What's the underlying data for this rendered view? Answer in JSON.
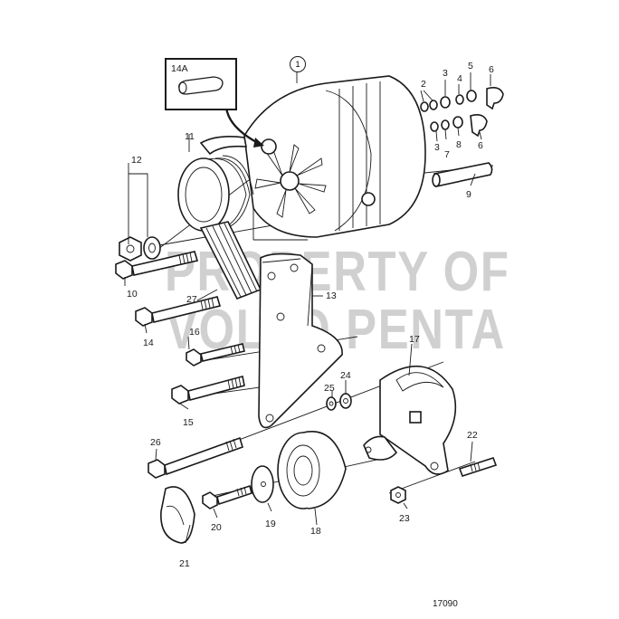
{
  "diagram": {
    "type": "exploded-parts-diagram",
    "subject": "Alternator and belt tensioner assembly",
    "drawing_number": "17090",
    "watermark": {
      "line1": "PROPERTY OF",
      "line2": "VOLVO PENTA",
      "color": "#969696"
    },
    "inset": {
      "label": "14A",
      "depicts": "sleeve / bushing"
    },
    "callouts": [
      {
        "id": "1",
        "part": "alternator",
        "circled": true
      },
      {
        "id": "2",
        "part": "washers (pair)"
      },
      {
        "id": "3",
        "part": "washer (upper)"
      },
      {
        "id": "3",
        "part": "washer (lower)"
      },
      {
        "id": "4",
        "part": "washer"
      },
      {
        "id": "5",
        "part": "nut"
      },
      {
        "id": "6",
        "part": "terminal cap (upper)"
      },
      {
        "id": "6",
        "part": "terminal cap (lower)"
      },
      {
        "id": "7",
        "part": "washer"
      },
      {
        "id": "8",
        "part": "nut"
      },
      {
        "id": "9",
        "part": "sleeve / spacer tube"
      },
      {
        "id": "10",
        "part": "flange bolt"
      },
      {
        "id": "11",
        "part": "pulley"
      },
      {
        "id": "12",
        "part": "nut and washer"
      },
      {
        "id": "13",
        "part": "mounting bracket"
      },
      {
        "id": "14",
        "part": "flange bolt"
      },
      {
        "id": "15",
        "part": "flange bolt"
      },
      {
        "id": "16",
        "part": "flange bolt"
      },
      {
        "id": "17",
        "part": "tensioner arm"
      },
      {
        "id": "18",
        "part": "idler / tensioner pulley"
      },
      {
        "id": "19",
        "part": "washer disc"
      },
      {
        "id": "20",
        "part": "flange bolt"
      },
      {
        "id": "21",
        "part": "dust cap"
      },
      {
        "id": "22",
        "part": "stud"
      },
      {
        "id": "23",
        "part": "flange nut"
      },
      {
        "id": "24",
        "part": "washer"
      },
      {
        "id": "25",
        "part": "washer"
      },
      {
        "id": "26",
        "part": "long bolt"
      },
      {
        "id": "27",
        "part": "poly-V belt"
      }
    ]
  }
}
